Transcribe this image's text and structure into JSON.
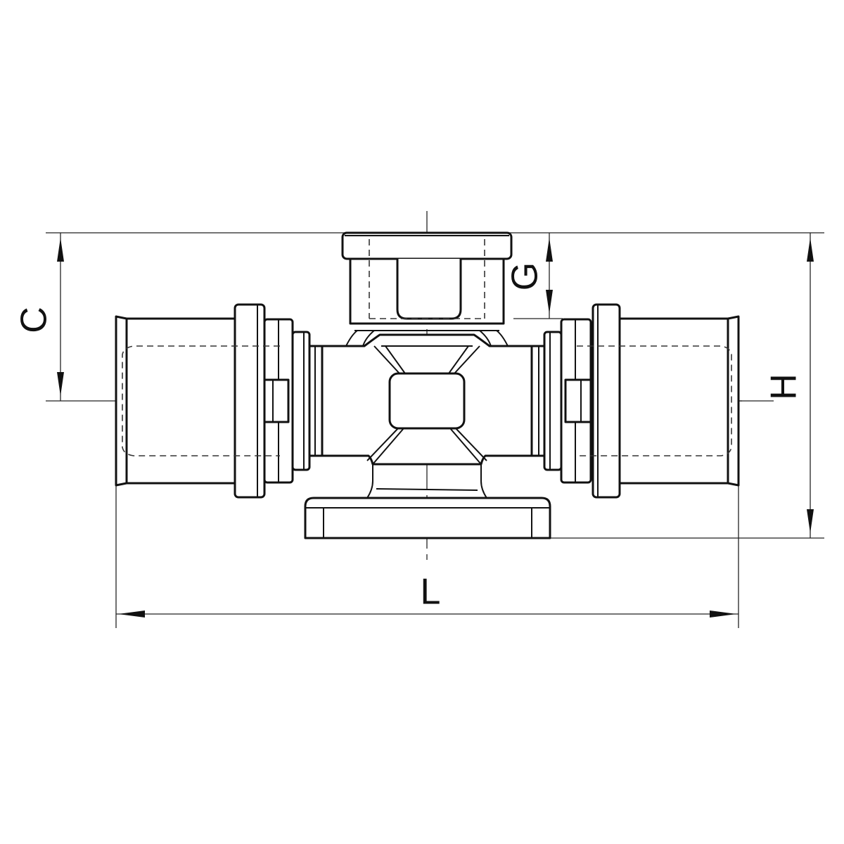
{
  "drawing": {
    "subject": "Tee fitting with wall-plate flange and threaded branch outlet",
    "view": "front elevation",
    "line_color": "#111111",
    "background": "#ffffff"
  },
  "dimensions": {
    "C": {
      "label": "C",
      "description": "top of branch to pipe centerline"
    },
    "G": {
      "label": "G",
      "description": "branch thread length"
    },
    "H": {
      "label": "H",
      "description": "overall height, branch top to mounting plate base"
    },
    "L": {
      "label": "L",
      "description": "overall length between press sleeve ends"
    }
  }
}
